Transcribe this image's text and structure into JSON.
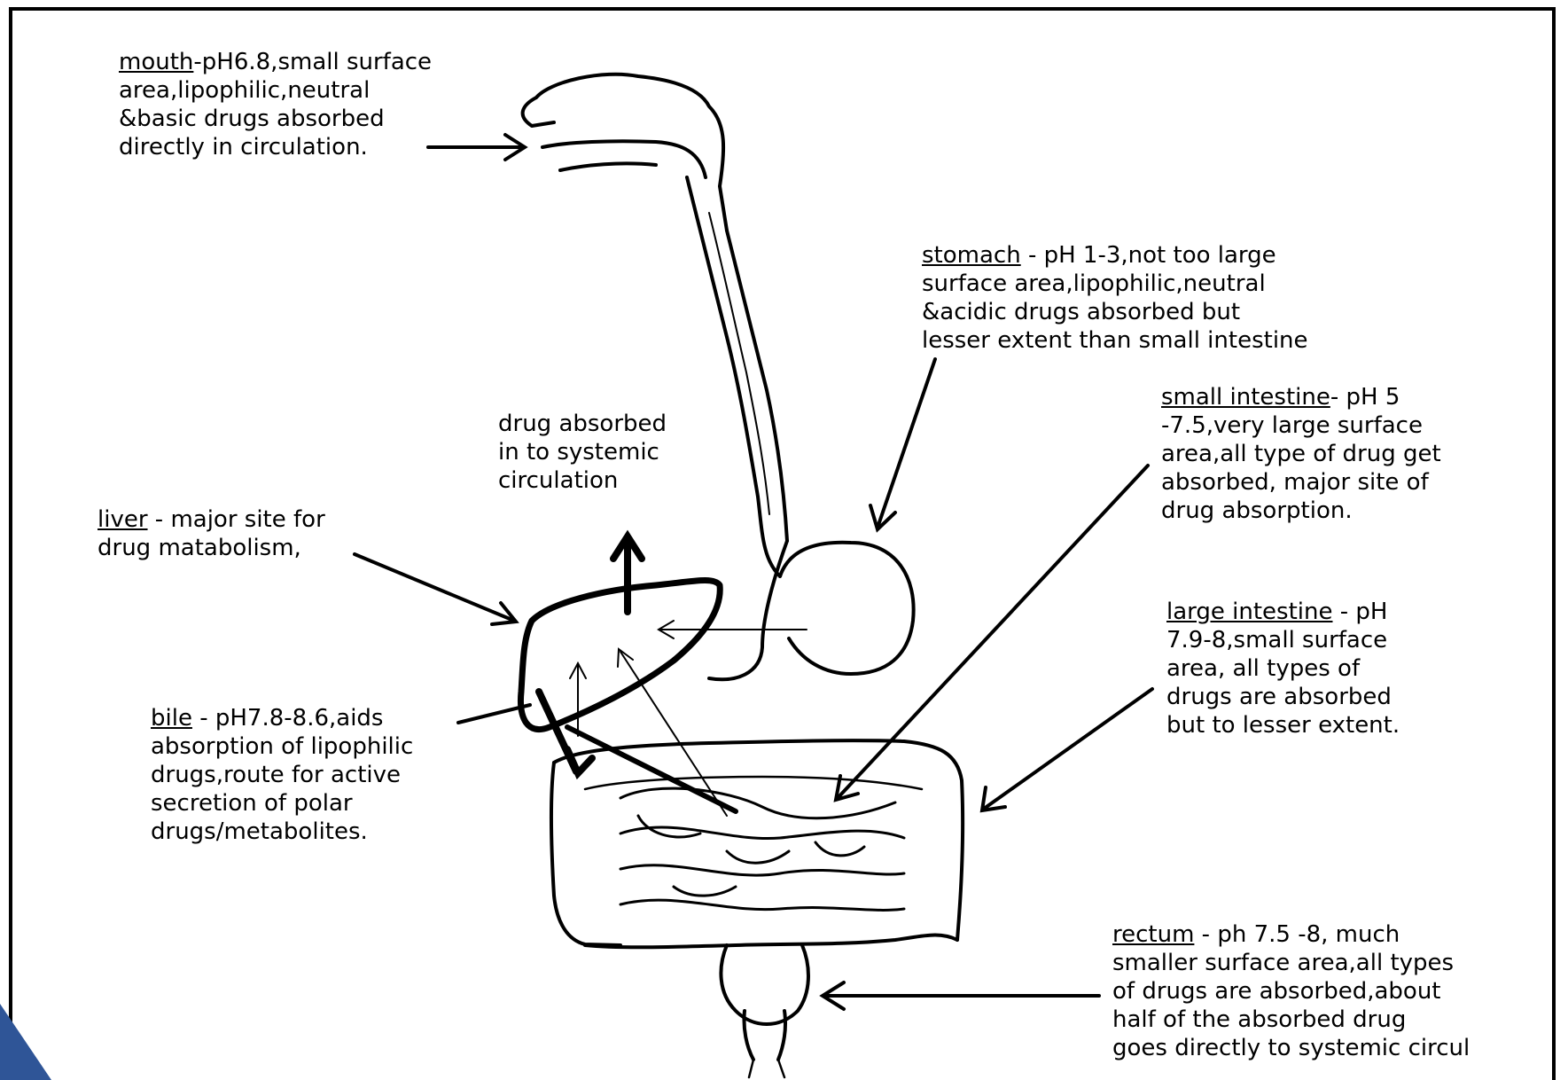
{
  "labels": {
    "mouth": {
      "name": "mouth",
      "lines": [
        "-pH6.8,small surface",
        "area,lipophilic,neutral",
        "&basic drugs absorbed",
        "directly in circulation."
      ]
    },
    "stomach": {
      "name": "stomach",
      "lines": [
        " - pH 1-3,not too large",
        "surface area,lipophilic,neutral",
        "&acidic drugs absorbed but",
        "lesser extent than small intestine"
      ]
    },
    "small_intestine": {
      "name": "small intestine",
      "lines": [
        "- pH 5",
        "-7.5,very large surface",
        "area,all type of drug get",
        "absorbed, major site of",
        "drug absorption."
      ]
    },
    "systemic": {
      "lines": [
        "drug absorbed",
        "in to systemic",
        "circulation"
      ]
    },
    "liver": {
      "name": "liver",
      "lines": [
        " - major site for",
        "drug matabolism,"
      ]
    },
    "large_intestine": {
      "name": "large intestine",
      "lines": [
        " - pH",
        "7.9-8,small surface",
        "area, all types of",
        "drugs are absorbed",
        "but to lesser extent."
      ]
    },
    "bile": {
      "name": "bile",
      "lines": [
        " - pH7.8-8.6,aids",
        "absorption of lipophilic",
        "drugs,route for active",
        "secretion of polar",
        "drugs/metabolites."
      ]
    },
    "rectum": {
      "name": "rectum",
      "lines": [
        " - ph 7.5 -8, much",
        "smaller surface area,all types",
        "of drugs are absorbed,about",
        "half of the absorbed drug",
        "goes directly to systemic circul"
      ]
    }
  },
  "colors": {
    "ink": "#000000",
    "corner_accent": "#2f5597"
  }
}
